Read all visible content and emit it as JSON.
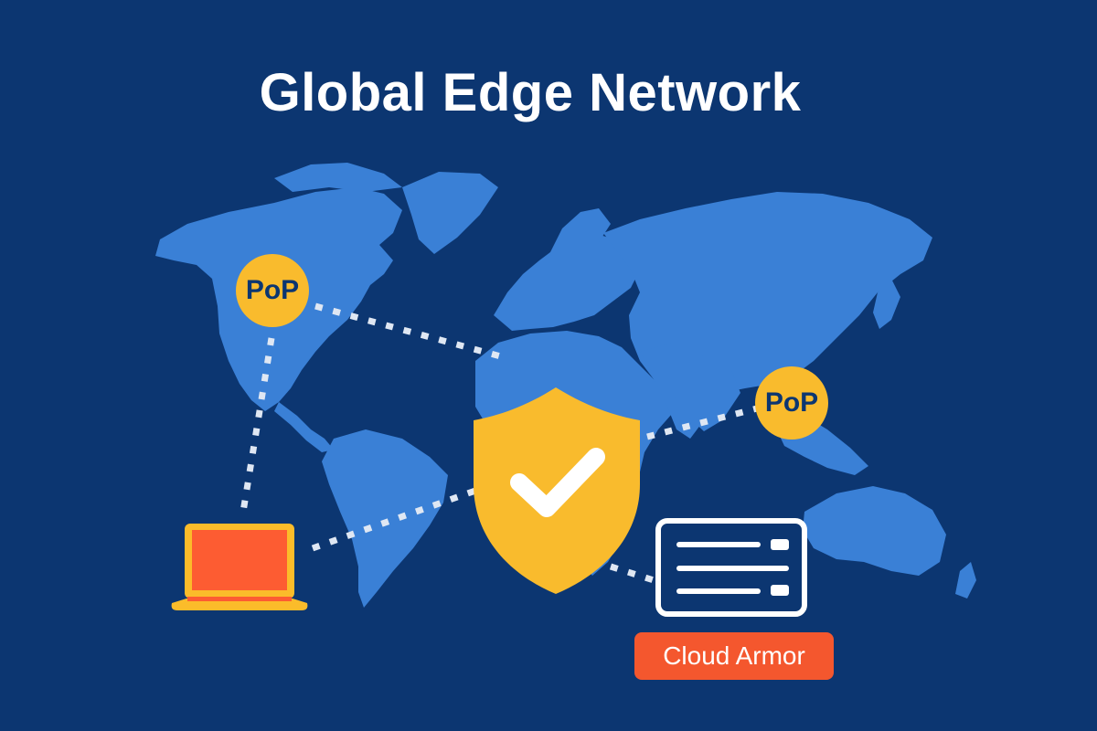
{
  "title": "Global Edge Network",
  "colors": {
    "background": "#0c3671",
    "land": "#3a80d6",
    "pop_fill": "#f9bb2d",
    "pop_text": "#0c3671",
    "shield": "#f9bb2d",
    "laptop_frame": "#fbbc2a",
    "laptop_screen": "#fd5c32",
    "badge": "#f4572e",
    "connector": "#dfe7f3"
  },
  "nodes": {
    "pop_north_america": {
      "label": "PoP",
      "icon": "pop-circle"
    },
    "pop_asia": {
      "label": "PoP",
      "icon": "pop-circle"
    },
    "shield": {
      "icon": "shield-check-icon"
    },
    "client": {
      "icon": "laptop-icon"
    },
    "backend": {
      "icon": "server-icon",
      "label": "Cloud Armor"
    }
  },
  "connections": [
    {
      "from": "pop_north_america",
      "to": "shield",
      "style": "dotted"
    },
    {
      "from": "pop_north_america",
      "to": "client",
      "style": "dotted"
    },
    {
      "from": "client",
      "to": "shield",
      "style": "dotted"
    },
    {
      "from": "shield",
      "to": "pop_asia",
      "style": "dotted"
    },
    {
      "from": "shield",
      "to": "backend",
      "style": "dotted"
    }
  ]
}
